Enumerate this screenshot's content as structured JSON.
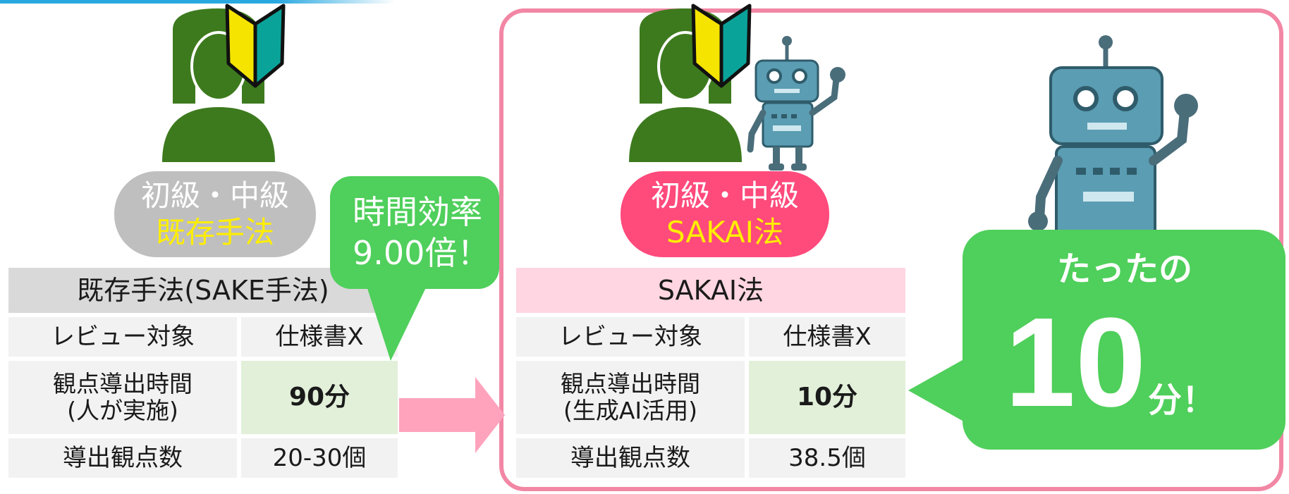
{
  "left_badge": {
    "line1": "初級・中級",
    "line2": "既存手法"
  },
  "right_badge": {
    "line1": "初級・中級",
    "line2": "SAKAI法"
  },
  "left_table": {
    "header": "既存手法(SAKE手法)",
    "rows": [
      {
        "label": "レビュー対象",
        "value": "仕様書X"
      },
      {
        "label_line1": "観点導出時間",
        "label_line2": "(人が実施)",
        "value": "90分"
      },
      {
        "label": "導出観点数",
        "value": "20-30個"
      }
    ]
  },
  "right_table": {
    "header": "SAKAI法",
    "rows": [
      {
        "label": "レビュー対象",
        "value": "仕様書X"
      },
      {
        "label_line1": "観点導出時間",
        "label_line2": "(生成AI活用)",
        "value": "10分"
      },
      {
        "label": "導出観点数",
        "value": "38.5個"
      }
    ]
  },
  "callout_efficiency": {
    "line1": "時間効率",
    "line2": "9.00倍！"
  },
  "callout_time": {
    "line1": "たったの",
    "number": "10",
    "unit": "分！"
  },
  "icons": [
    "person-beginner-icon",
    "beginner-mark-icon",
    "robot-icon",
    "arrow-right-icon"
  ],
  "colors": {
    "person": "#3d7a1e",
    "robot": "#4a8fa6",
    "highlight_green": "#4fcf5b",
    "pink": "#ff4a7c",
    "frame": "#f287a5"
  }
}
